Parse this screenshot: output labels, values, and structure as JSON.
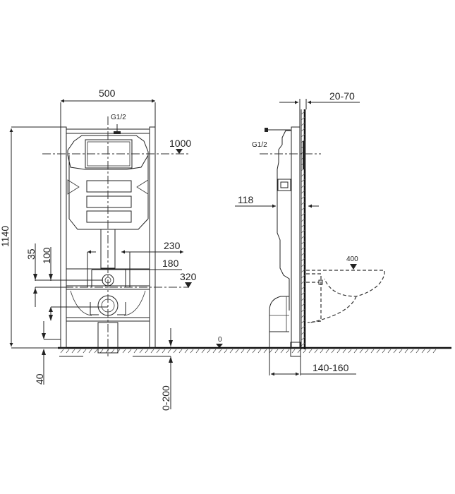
{
  "front_view": {
    "width_label": "500",
    "height_label": "1140",
    "inlet_label": "G1/2",
    "flush_height_label": "1000",
    "spacing_230": "230",
    "spacing_180": "180",
    "bolt_height_label": "320",
    "offset_35": "35",
    "offset_100": "100",
    "floor_40": "40",
    "floor_adjust_label": "0-200"
  },
  "side_view": {
    "wall_gap_label": "20-70",
    "inlet_label": "G1/2",
    "depth_label": "118",
    "bowl_height_label": "400",
    "floor_level_label": "0",
    "base_depth_label": "140-160"
  },
  "colors": {
    "line": "#222222",
    "background": "#ffffff"
  }
}
